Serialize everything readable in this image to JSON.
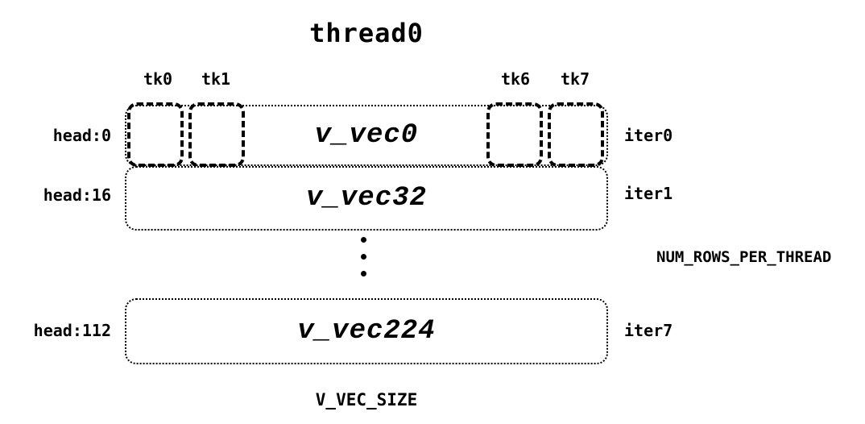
{
  "diagram": {
    "title": "thread0",
    "tk_labels": [
      "tk0",
      "tk1",
      "tk6",
      "tk7"
    ],
    "rows": [
      {
        "head": "head:0",
        "vec": "v_vec0",
        "iter": "iter0"
      },
      {
        "head": "head:16",
        "vec": "v_vec32",
        "iter": "iter1"
      },
      {
        "head": "head:112",
        "vec": "v_vec224",
        "iter": "iter7"
      }
    ],
    "right_label": "NUM_ROWS_PER_THREAD",
    "bottom_label": "V_VEC_SIZE"
  }
}
